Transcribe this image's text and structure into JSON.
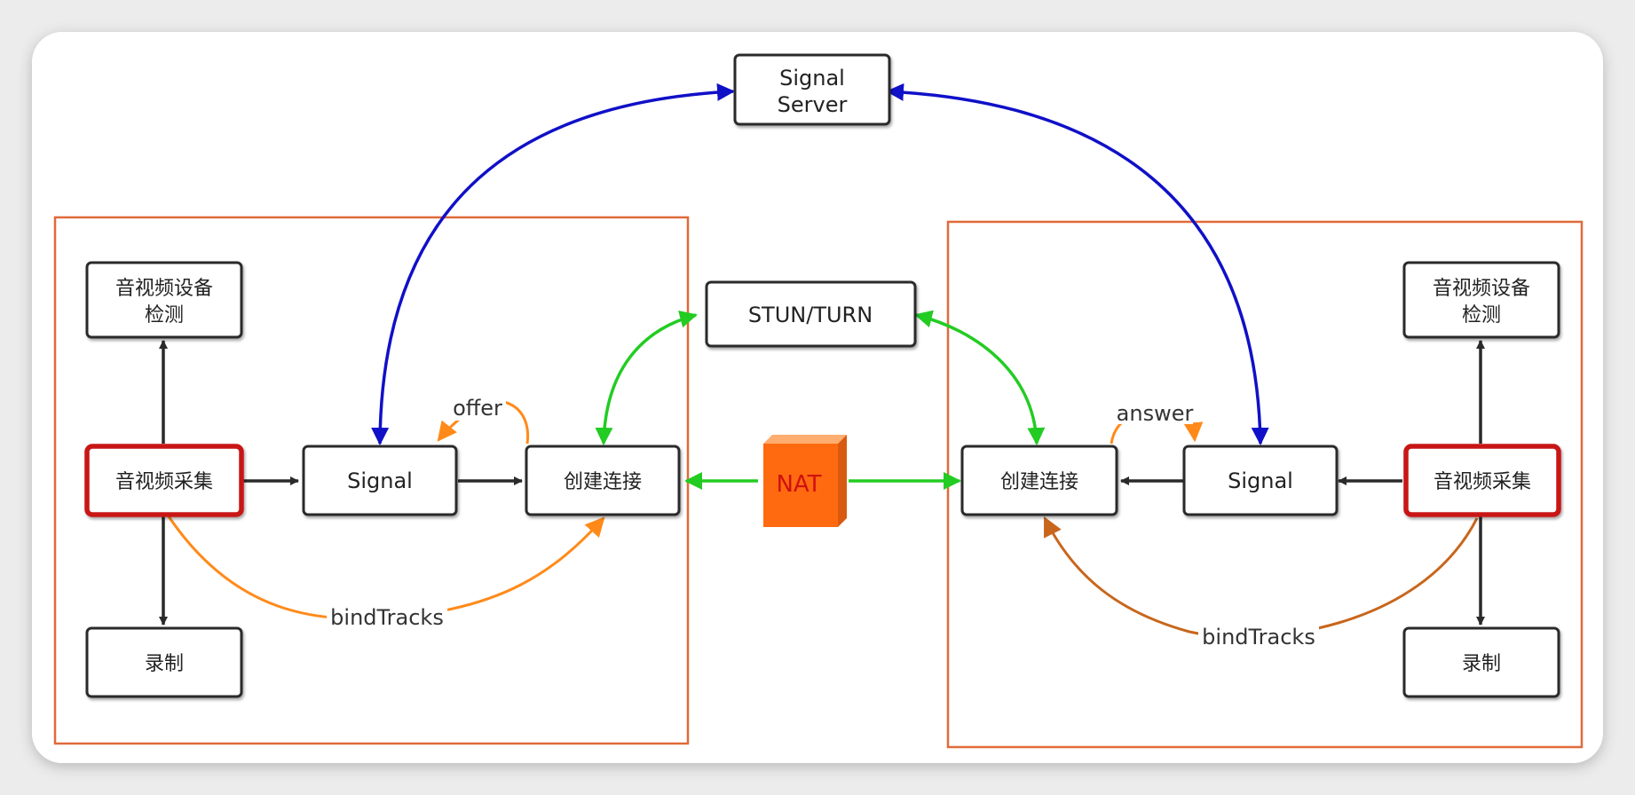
{
  "nodes": {
    "signal_server": [
      "Signal",
      "Server"
    ],
    "stun_turn": "STUN/TURN",
    "nat": "NAT",
    "left": {
      "device_detect": [
        "音视频设备",
        "检测"
      ],
      "capture": "音视频采集",
      "signal": "Signal",
      "connect": "创建连接",
      "record": "录制"
    },
    "right": {
      "device_detect": [
        "音视频设备",
        "检测"
      ],
      "capture": "音视频采集",
      "signal": "Signal",
      "connect": "创建连接",
      "record": "录制"
    }
  },
  "edge_labels": {
    "offer": "offer",
    "answer": "answer",
    "bind_left": "bindTracks",
    "bind_right": "bindTracks"
  },
  "colors": {
    "signaling": "#1010c8",
    "ice": "#22cc22",
    "track": "#ff8a1a",
    "track_dark": "#c8661c",
    "capture_border": "#c81414",
    "frame": "#e06a3a",
    "nat_fill": "#ff6a10",
    "nat_text": "#d01010"
  }
}
